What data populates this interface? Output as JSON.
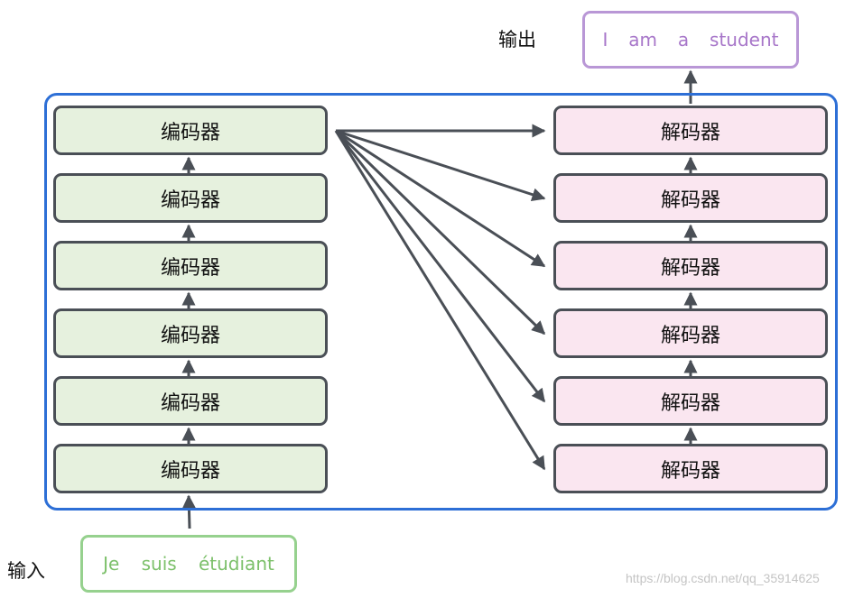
{
  "input": {
    "label": "输入",
    "tokens": [
      "Je",
      "suis",
      "étudiant"
    ]
  },
  "output": {
    "label": "输出",
    "tokens": [
      "I",
      "am",
      "a",
      "student"
    ]
  },
  "encoders": [
    "编码器",
    "编码器",
    "编码器",
    "编码器",
    "编码器",
    "编码器"
  ],
  "decoders": [
    "解码器",
    "解码器",
    "解码器",
    "解码器",
    "解码器",
    "解码器"
  ],
  "watermark": "https://blog.csdn.net/qq_35914625",
  "colors": {
    "container_border": "#2d6fd6",
    "encoder_fill": "#e6f1de",
    "decoder_fill": "#fae6f0",
    "box_border": "#4a4f56",
    "arrow": "#4a4f56",
    "input_border": "#96d18e",
    "input_text": "#7cc06a",
    "output_border": "#b997d6",
    "output_text": "#a776c9"
  }
}
